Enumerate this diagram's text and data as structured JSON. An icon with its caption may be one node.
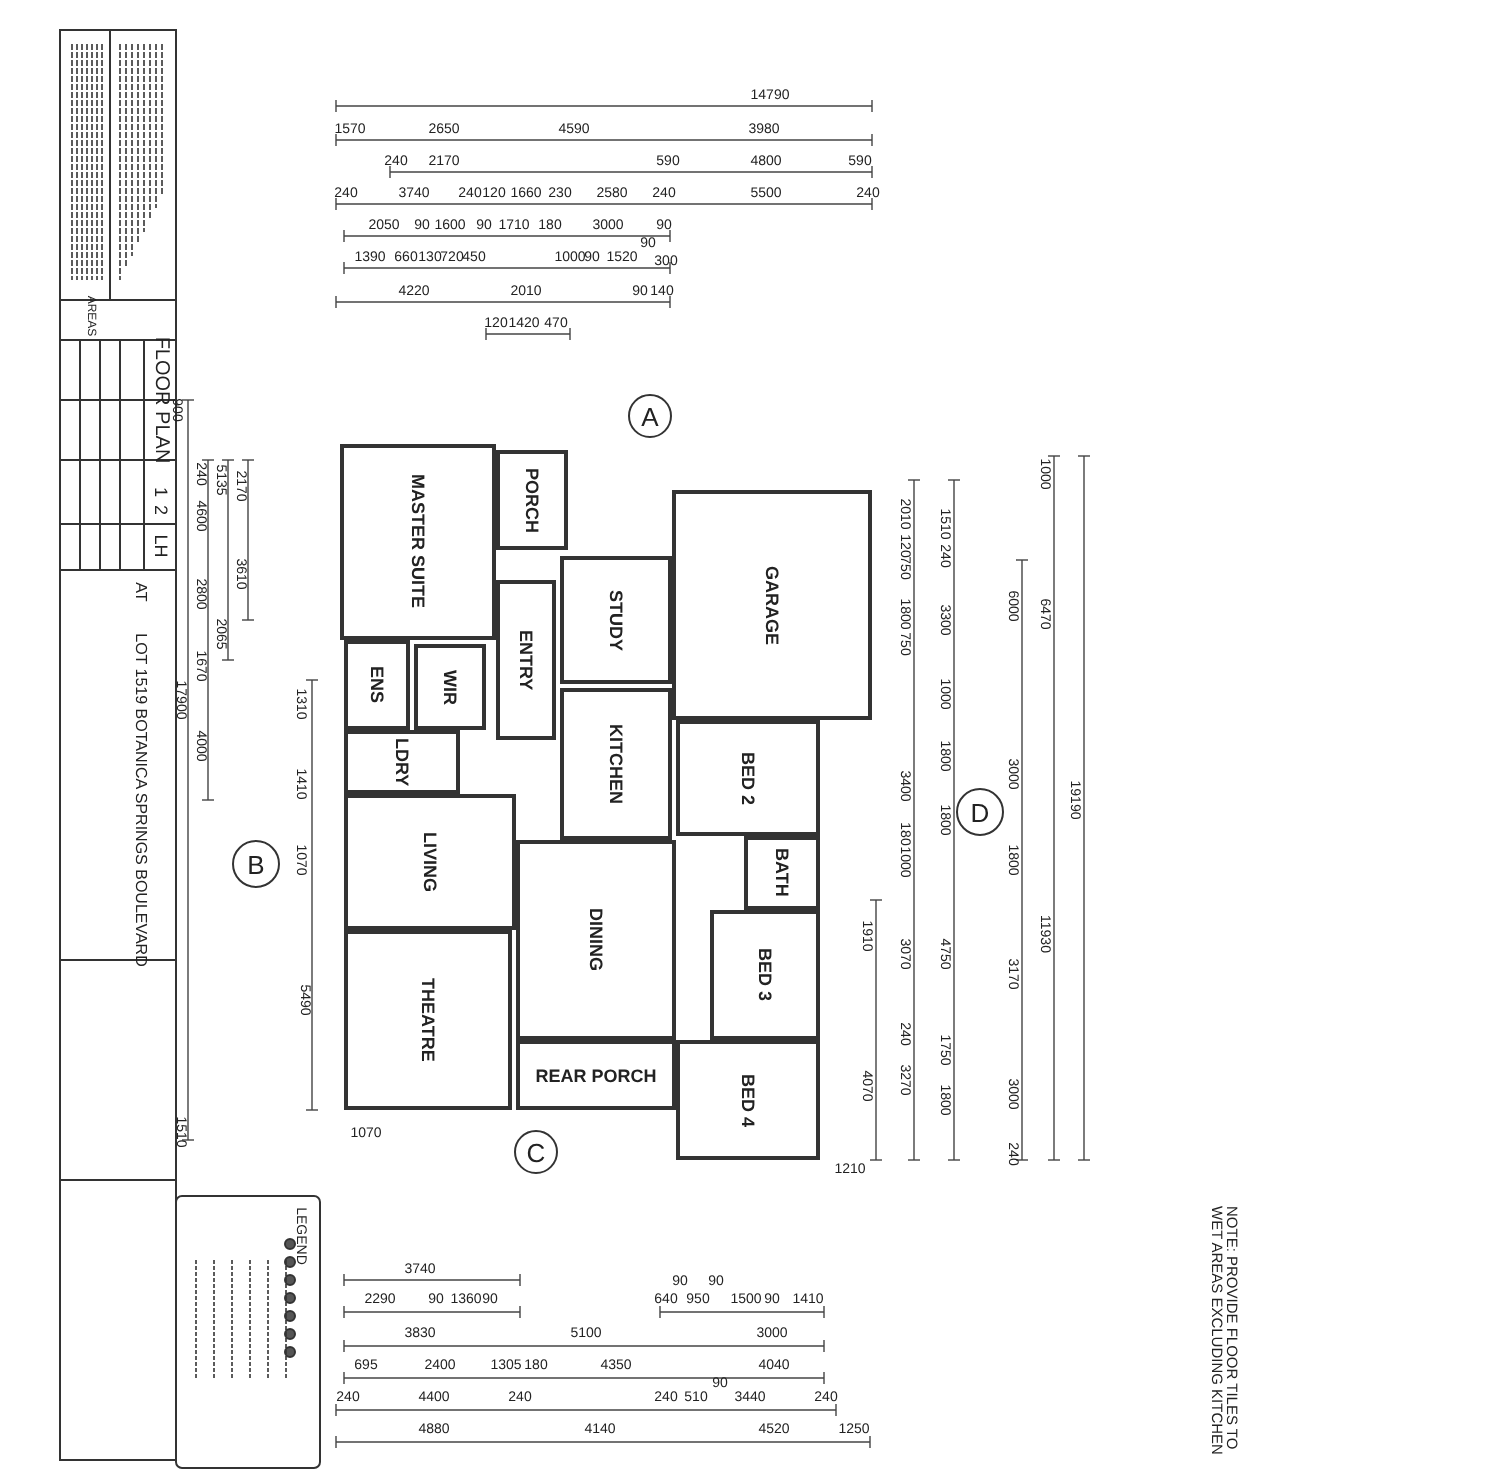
{
  "diagram": {
    "title": "FLOOR PLAN",
    "nodes": [
      {
        "text": [
          "MASTER SUITE"
        ]
      },
      {
        "text": [
          "PORCH"
        ]
      },
      {
        "text": [
          "ENTRY"
        ]
      },
      {
        "text": [
          "STUDY"
        ]
      },
      {
        "text": [
          "GARAGE"
        ]
      },
      {
        "text": [
          "ENS"
        ]
      },
      {
        "text": [
          "WIR"
        ]
      },
      {
        "text": [
          "LDRY"
        ]
      },
      {
        "text": [
          "KITCHEN"
        ]
      },
      {
        "text": [
          "LIVING"
        ]
      },
      {
        "text": [
          "BED 2"
        ]
      },
      {
        "text": [
          "BATH"
        ]
      },
      {
        "text": [
          "DINING"
        ]
      },
      {
        "text": [
          "THEATRE"
        ]
      },
      {
        "text": [
          "BED 3"
        ]
      },
      {
        "text": [
          "REAR PORCH"
        ]
      },
      {
        "text": [
          "BED 4"
        ]
      },
      {
        "text": [
          "A"
        ]
      },
      {
        "text": [
          "B"
        ]
      },
      {
        "text": [
          "C"
        ]
      },
      {
        "text": [
          "D"
        ]
      }
    ],
    "labels": [
      "AREAS",
      "1",
      "2",
      "LH",
      "AT",
      "LOT 1519 BOTANICA SPRINGS BOULEVARD",
      "14790",
      "1570",
      "2650",
      "4590",
      "3980",
      "240",
      "2170",
      "590",
      "4800",
      "590",
      "240",
      "3740",
      "240",
      "120",
      "1660",
      "230",
      "2580",
      "240",
      "5500",
      "240",
      "2050",
      "90",
      "1600",
      "90",
      "1710",
      "180",
      "3000",
      "90",
      "1390",
      "660",
      "130",
      "720",
      "450",
      "1000",
      "90",
      "1520",
      "90",
      "300",
      "4220",
      "2010",
      "90",
      "140",
      "120",
      "1420",
      "470",
      "900",
      "240",
      "4600",
      "2800",
      "1670",
      "4000",
      "17900",
      "5135",
      "2065",
      "2170",
      "3610",
      "1310",
      "1410",
      "1070",
      "5490",
      "1510",
      "1070",
      "2010",
      "120",
      "750",
      "1800",
      "750",
      "3400",
      "180",
      "1000",
      "3070",
      "240",
      "3270",
      "1510",
      "240",
      "3300",
      "1000",
      "1800",
      "1800",
      "4750",
      "1750",
      "1800",
      "6000",
      "3000",
      "1800",
      "3170",
      "3000",
      "240",
      "1000",
      "6470",
      "11930",
      "19190",
      "1910",
      "4070",
      "1210",
      "3740",
      "2290",
      "90",
      "1360",
      "90",
      "640",
      "90",
      "950",
      "90",
      "1500",
      "90",
      "1410",
      "3830",
      "5100",
      "3000",
      "695",
      "2400",
      "1305",
      "180",
      "4350",
      "4040",
      "240",
      "4400",
      "240",
      "240",
      "510",
      "90",
      "3440",
      "240",
      "4880",
      "4140",
      "4520",
      "1250",
      "LEGEND",
      "NOTE: PROVIDE FLOOR TILES TO WET AREAS EXCLUDING KITCHEN"
    ]
  }
}
